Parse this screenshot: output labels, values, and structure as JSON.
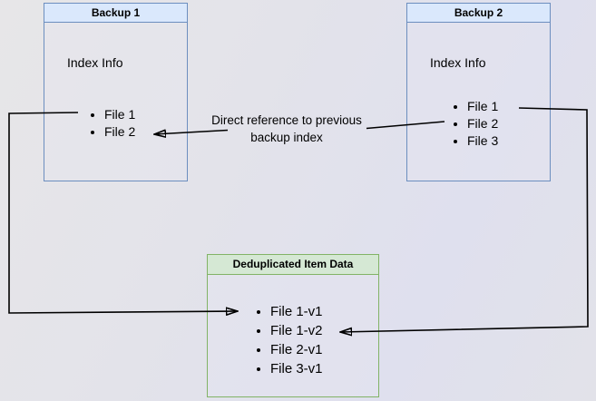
{
  "diagram": {
    "backup1": {
      "title": "Backup 1",
      "section_label": "Index Info",
      "files": [
        "File 1",
        "File 2"
      ]
    },
    "backup2": {
      "title": "Backup 2",
      "section_label": "Index Info",
      "files": [
        "File 1",
        "File 2",
        "File 3"
      ]
    },
    "dedup": {
      "title": "Deduplicated Item Data",
      "files": [
        "File 1-v1",
        "File 1-v2",
        "File 2-v1",
        "File 3-v1"
      ]
    },
    "annotation": "Direct reference to previous backup index",
    "colors": {
      "blue_border": "#6c8ebf",
      "blue_header_fill": "#dae8fc",
      "green_border": "#82b366",
      "green_header_fill": "#d5e8d4",
      "arrow": "#000000",
      "background_start": "#e7e6e8",
      "background_end": "#dfe0ee"
    }
  }
}
